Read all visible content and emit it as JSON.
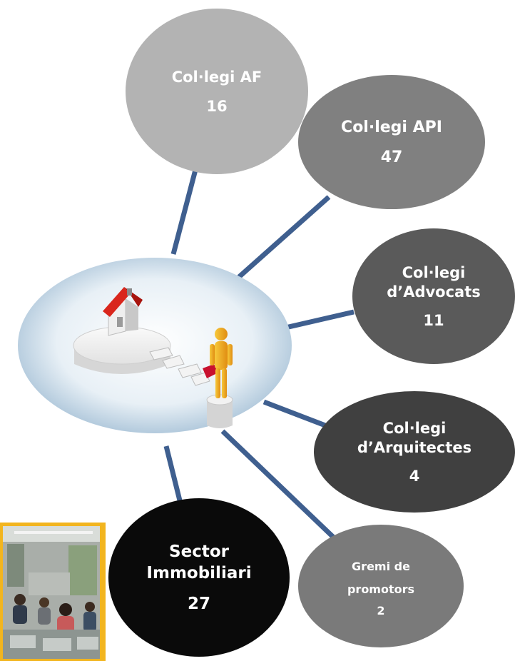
{
  "nodes": [
    {
      "id": "col-legi-af",
      "label": "Col·legi AF",
      "count": "16",
      "color": "#b3b3b3"
    },
    {
      "id": "col-legi-api",
      "label": "Col·legi API",
      "count": "47",
      "color": "#808080"
    },
    {
      "id": "col-legi-advocats",
      "label_lines": [
        "Col·legi",
        "d’Advocats"
      ],
      "count": "11",
      "color": "#5a5a5a"
    },
    {
      "id": "col-legi-arquitectes",
      "label_lines": [
        "Col·legi",
        "d’Arquitectes"
      ],
      "count": "4",
      "color": "#404040"
    },
    {
      "id": "gremi-promotors",
      "label_lines": [
        "Gremi de",
        "promotors"
      ],
      "count": "2",
      "color": "#7a7a7a"
    },
    {
      "id": "sector-immobiliari",
      "label_lines": [
        "Sector",
        "Immobiliari"
      ],
      "count": "27",
      "color": "#0a0a0a"
    }
  ],
  "hub": {
    "image": "house-puzzle-figure"
  },
  "photo": {
    "image": "classroom-photo",
    "frame_color": "#f2b51f"
  },
  "connector_color": "#3f5f8f"
}
